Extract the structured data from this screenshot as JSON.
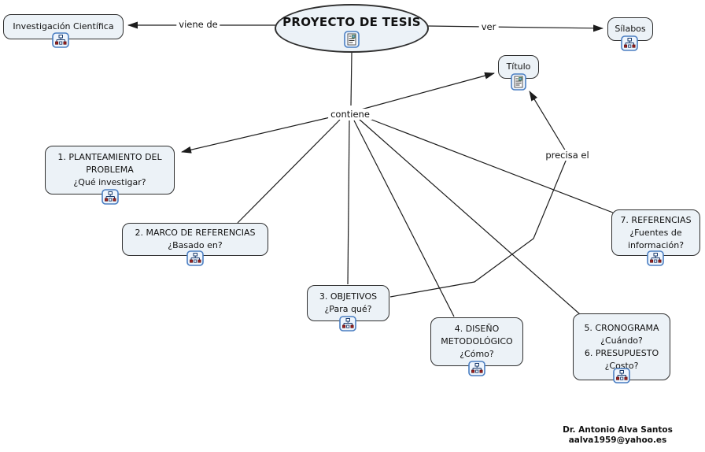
{
  "nodes": {
    "main": {
      "label": "PROYECTO DE TESIS",
      "icon": "document-resource-icon"
    },
    "investigacion": {
      "label": "Investigación Científica",
      "icon": "concept-map-resource-icon"
    },
    "silabos": {
      "label": "Sílabos",
      "icon": "concept-map-resource-icon"
    },
    "titulo": {
      "label": "Título",
      "icon": "document-resource-icon"
    },
    "box1": {
      "label": "1. PLANTEAMIENTO DEL\nPROBLEMA\n¿Qué investigar?",
      "icon": "concept-map-resource-icon"
    },
    "box2": {
      "label": "2. MARCO DE REFERENCIAS\n¿Basado en?",
      "icon": "concept-map-resource-icon"
    },
    "box3": {
      "label": "3. OBJETIVOS\n¿Para qué?",
      "icon": "concept-map-resource-icon"
    },
    "box4": {
      "label": "4. DISEÑO\nMETODOLÓGICO\n¿Cómo?",
      "icon": "concept-map-resource-icon"
    },
    "box56": {
      "label": "5. CRONOGRAMA\n¿Cuándo?\n6. PRESUPUESTO\n¿Costo?",
      "icon": "concept-map-resource-icon"
    },
    "box7": {
      "label": "7. REFERENCIAS\n¿Fuentes de\ninformación?",
      "icon": "concept-map-resource-icon"
    }
  },
  "linking_phrases": {
    "viene_de": "viene de",
    "ver": "ver",
    "contiene": "contiene",
    "precisa_el": "precisa el"
  },
  "footer": {
    "author": "Dr. Antonio Alva Santos",
    "email": "aalva1959@yahoo.es"
  },
  "icons": {
    "document": "document-resource-icon",
    "hierarchy": "concept-map-resource-icon"
  },
  "colors": {
    "node_fill": "#ecf2f7",
    "node_border": "#2f2f2f",
    "connector": "#1c1c1c",
    "icon_border": "#4a7ec2",
    "icon_fill": "#eef5fd"
  }
}
